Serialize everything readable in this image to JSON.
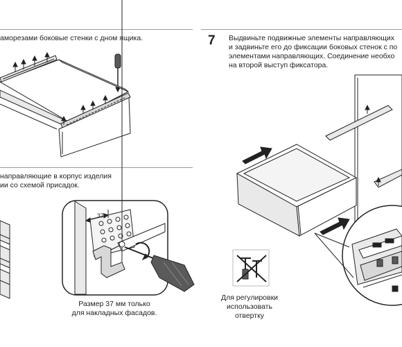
{
  "left_column": {
    "step_a": {
      "text_line1": "аморезами боковые стенки с дном ящика."
    },
    "step_b": {
      "text_line1": "направляющие в корпус изделия",
      "text_line2": "ии со схемой присадок."
    },
    "dimension_label": "37",
    "caption_line1": "Размер 37 мм только",
    "caption_line2": "для накладных фасадов."
  },
  "right_column": {
    "step_number": "7",
    "text_line1": "Выдвиньте подвижные элементы направляющих",
    "text_line2": "и задвиньте его до фиксации боковых стенок с по",
    "text_line3": "элементами направляющих. Соединение необхо",
    "text_line4": "на второй выступ фиксатора.",
    "tool_caption_line1": "Для регулировки",
    "tool_caption_line2": "использовать",
    "tool_caption_line3": "отвертку"
  },
  "icons": [
    "screwdriver-icon",
    "insert-arrow-icon",
    "no-screwdriver-icon"
  ],
  "colors": {
    "line": "#222222",
    "panel": "#e9e9e9",
    "rule": "#9a9a9a",
    "handle": "#5a5a5a"
  }
}
